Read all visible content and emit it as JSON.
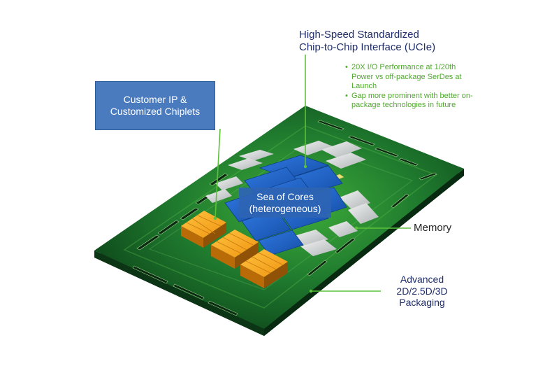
{
  "labels": {
    "ucie_line1": "High-Speed Standardized",
    "ucie_line2": "Chip-to-Chip Interface (UCIe)",
    "customer_line1": "Customer IP &",
    "customer_line2": "Customized Chiplets",
    "cores_line1": "Sea of Cores",
    "cores_line2": "(heterogeneous)",
    "memory": "Memory",
    "packaging_line1": "Advanced",
    "packaging_line2": "2D/2.5D/3D",
    "packaging_line3": "Packaging"
  },
  "ucie_bullets": [
    {
      "text": "20X I/O Performance at 1/20th Power vs off-package SerDes at Launch"
    },
    {
      "text": "Gap more prominent with better on-package technologies in future"
    }
  ],
  "colors": {
    "label_text": "#1f2d6b",
    "bullet_text": "#4faa2e",
    "customer_box": "#4a7bbf",
    "cores_box": "#2e64b4",
    "leader_line": "#5cc13a",
    "substrate": "#1f6b2c",
    "chiplet_orange": "#f2a017",
    "core_tile": "#1f5fc2",
    "memory_tile": "#d9dcdc"
  }
}
